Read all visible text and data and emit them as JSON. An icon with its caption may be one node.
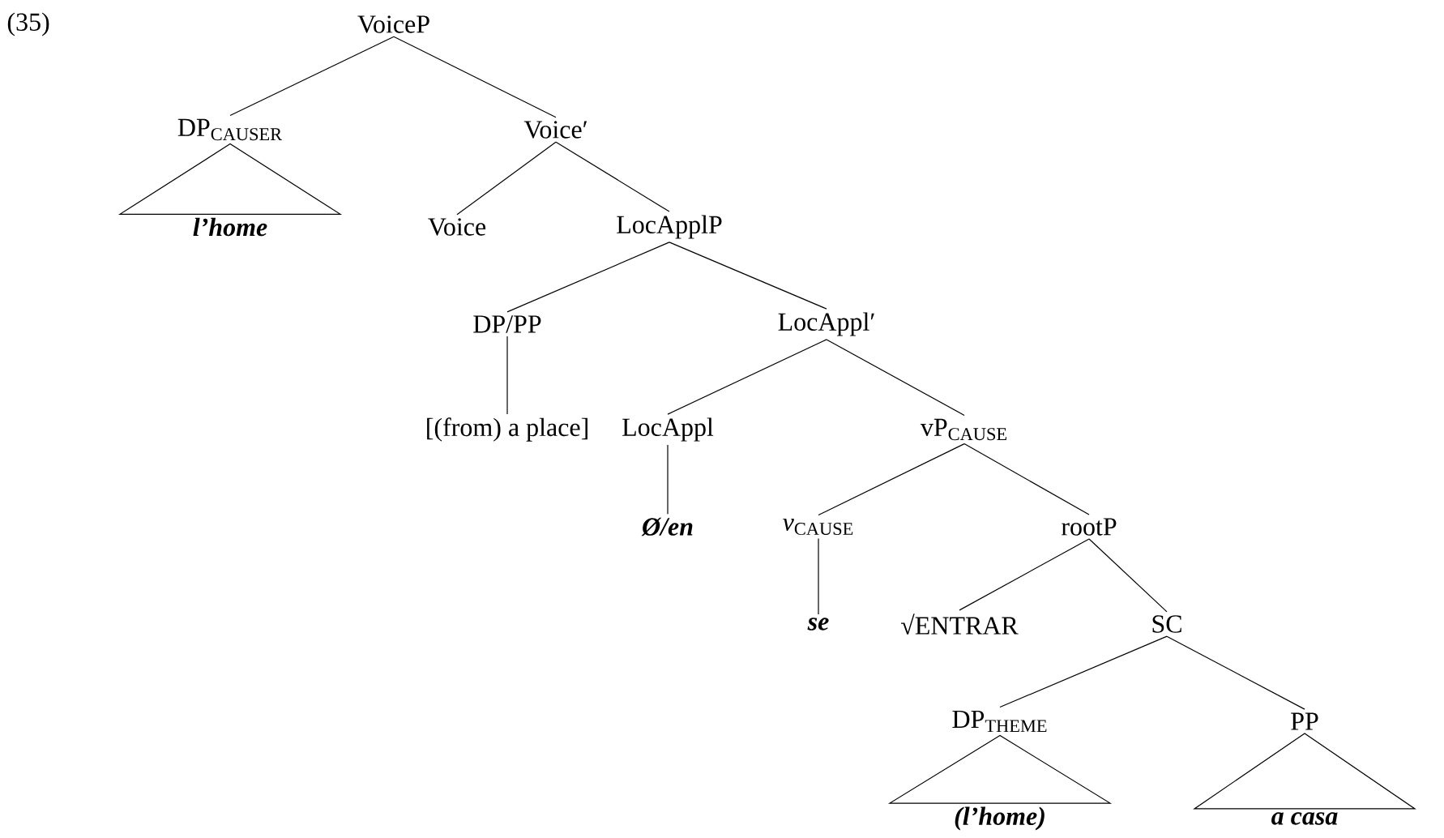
{
  "diagram": {
    "nodes": [
      {
        "text": [
          "VoiceP"
        ]
      },
      {
        "text": [
          "DP$_{CAUSER}$"
        ]
      },
      {
        "text": [
          "l’home"
        ]
      },
      {
        "text": [
          "Voice′"
        ]
      },
      {
        "text": [
          "Voice"
        ]
      },
      {
        "text": [
          "LocApplP"
        ]
      },
      {
        "text": [
          "DP/PP"
        ]
      },
      {
        "text": [
          "[(from) a place]"
        ]
      },
      {
        "text": [
          "LocAppl′"
        ]
      },
      {
        "text": [
          "LocAppl"
        ]
      },
      {
        "text": [
          "Ø/en"
        ]
      },
      {
        "text": [
          "vP$_{CAUSE}$"
        ]
      },
      {
        "text": [
          "*v*$_{CAUSE}$"
        ]
      },
      {
        "text": [
          "se"
        ]
      },
      {
        "text": [
          "rootP"
        ]
      },
      {
        "text": [
          "√ENTRAR"
        ]
      },
      {
        "text": [
          "SC"
        ]
      },
      {
        "text": [
          "DP$_{THEME}$"
        ]
      },
      {
        "text": [
          "(l’home)"
        ]
      },
      {
        "text": [
          "PP"
        ]
      },
      {
        "text": [
          "a casa"
        ]
      }
    ],
    "edges": [
      {
        "from": 0,
        "to": 1,
        "arrow": "none"
      },
      {
        "from": 0,
        "to": 3,
        "arrow": "none"
      },
      {
        "from": 1,
        "to": 2,
        "arrow": "none"
      },
      {
        "from": 3,
        "to": 4,
        "arrow": "none"
      },
      {
        "from": 3,
        "to": 5,
        "arrow": "none"
      },
      {
        "from": 5,
        "to": 6,
        "arrow": "none"
      },
      {
        "from": 5,
        "to": 8,
        "arrow": "none"
      },
      {
        "from": 6,
        "to": 7,
        "arrow": "none"
      },
      {
        "from": 8,
        "to": 9,
        "arrow": "none"
      },
      {
        "from": 8,
        "to": 11,
        "arrow": "none"
      },
      {
        "from": 9,
        "to": 10,
        "arrow": "none"
      },
      {
        "from": 11,
        "to": 12,
        "arrow": "none"
      },
      {
        "from": 11,
        "to": 14,
        "arrow": "none"
      },
      {
        "from": 12,
        "to": 13,
        "arrow": "none"
      },
      {
        "from": 14,
        "to": 15,
        "arrow": "none"
      },
      {
        "from": 14,
        "to": 16,
        "arrow": "none"
      },
      {
        "from": 16,
        "to": 17,
        "arrow": "none"
      },
      {
        "from": 16,
        "to": 19,
        "arrow": "none"
      },
      {
        "from": 17,
        "to": 18,
        "arrow": "none"
      },
      {
        "from": 19,
        "to": 20,
        "arrow": "none"
      }
    ],
    "labels": [
      "(35)"
    ]
  }
}
